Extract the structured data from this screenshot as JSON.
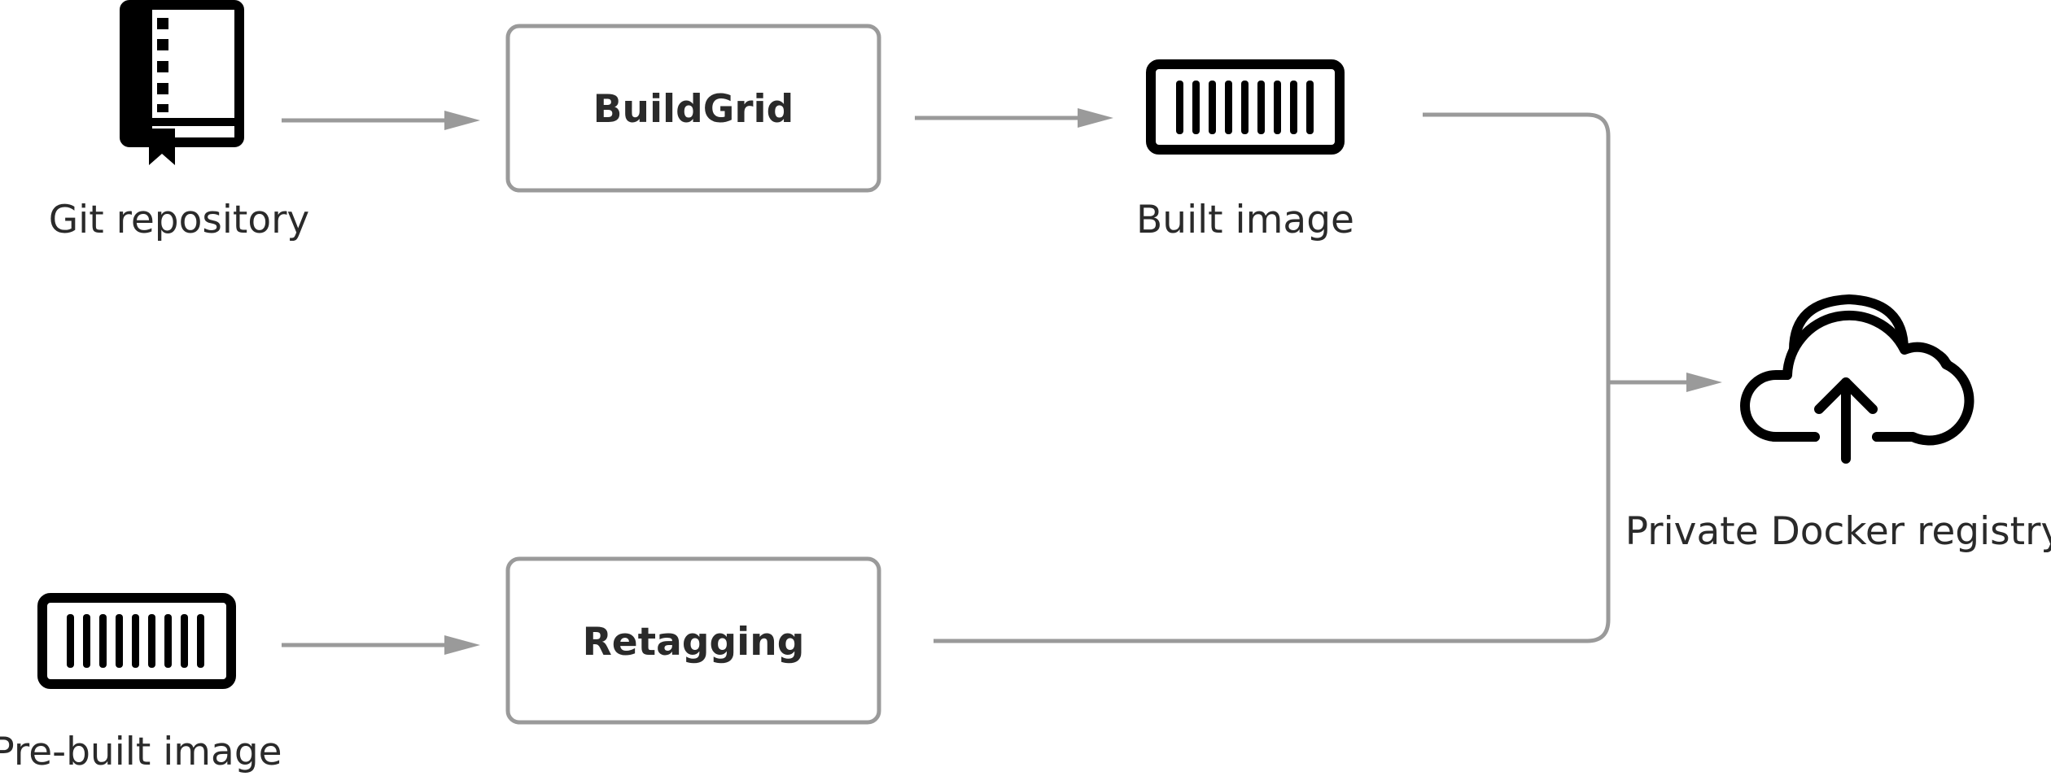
{
  "nodes": {
    "git_repository": {
      "label": "Git repository",
      "icon": "book-icon"
    },
    "buildgrid": {
      "label": "BuildGrid"
    },
    "built_image": {
      "label": "Built image",
      "icon": "container-image-icon"
    },
    "pre_built_image": {
      "label": "Pre-built image",
      "icon": "container-image-icon"
    },
    "retagging": {
      "label": "Retagging"
    },
    "registry": {
      "label": "Private Docker registry",
      "icon": "cloud-upload-icon"
    }
  },
  "edges": [
    {
      "from": "git_repository",
      "to": "buildgrid"
    },
    {
      "from": "buildgrid",
      "to": "built_image"
    },
    {
      "from": "built_image",
      "to": "registry"
    },
    {
      "from": "pre_built_image",
      "to": "retagging"
    },
    {
      "from": "retagging",
      "to": "registry"
    }
  ],
  "colors": {
    "connector": "#9a9a9a",
    "icon": "#000000",
    "text": "#2a2a2a"
  }
}
